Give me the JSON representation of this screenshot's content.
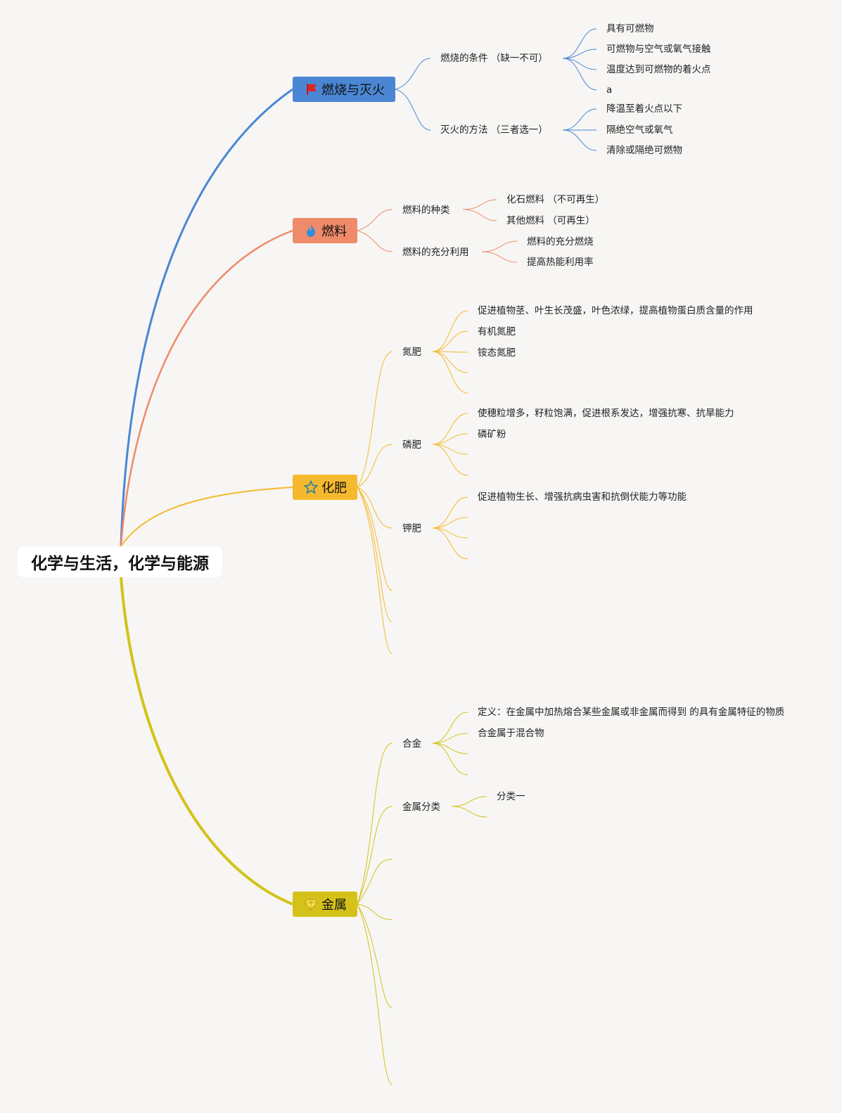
{
  "root": {
    "label": "化学与生活，化学与能源"
  },
  "colors": {
    "combustion": "#4a86d4",
    "fuel": "#ef8a6a",
    "fertilizer": "#f5b92f",
    "metal": "#d4c21a"
  },
  "branches": {
    "combustion": {
      "label": "燃烧与灭火",
      "icon": "red-flag-icon",
      "items": [
        {
          "label": "燃烧的条件 （缺一不可）",
          "children": [
            "具有可燃物",
            "可燃物与空气或氧气接触",
            "温度达到可燃物的着火点",
            "a"
          ]
        },
        {
          "label": "灭火的方法 （三者选一）",
          "children": [
            "降温至着火点以下",
            "隔绝空气或氧气",
            "清除或隔绝可燃物"
          ]
        }
      ]
    },
    "fuel": {
      "label": "燃料",
      "icon": "flame-icon",
      "items": [
        {
          "label": "燃料的种类",
          "children": [
            "化石燃料 （不可再生）",
            "其他燃料 （可再生）"
          ]
        },
        {
          "label": "燃料的充分利用",
          "children": [
            "燃料的充分燃烧",
            "提高热能利用率"
          ]
        }
      ]
    },
    "fertilizer": {
      "label": "化肥",
      "icon": "star-icon",
      "items": [
        {
          "label": "氮肥",
          "children": [
            "促进植物茎、叶生长茂盛，叶色浓绿，提高植物蛋白质含量的作用",
            "有机氮肥",
            "铵态氮肥"
          ]
        },
        {
          "label": "磷肥",
          "children": [
            "使穗粒增多，籽粒饱满，促进根系发达，增强抗寒、抗旱能力",
            "磷矿粉"
          ]
        },
        {
          "label": "钾肥",
          "children": [
            "促进植物生长、增强抗病虫害和抗倒伏能力等功能"
          ]
        }
      ]
    },
    "metal": {
      "label": "金属",
      "icon": "gem-icon",
      "items": [
        {
          "label": "合金",
          "children": [
            "定义：在金属中加热熔合某些金属或非金属而得到 的具有金属特征的物质",
            "合金属于混合物"
          ]
        },
        {
          "label": "金属分类",
          "children": [
            "分类一"
          ]
        }
      ]
    }
  }
}
